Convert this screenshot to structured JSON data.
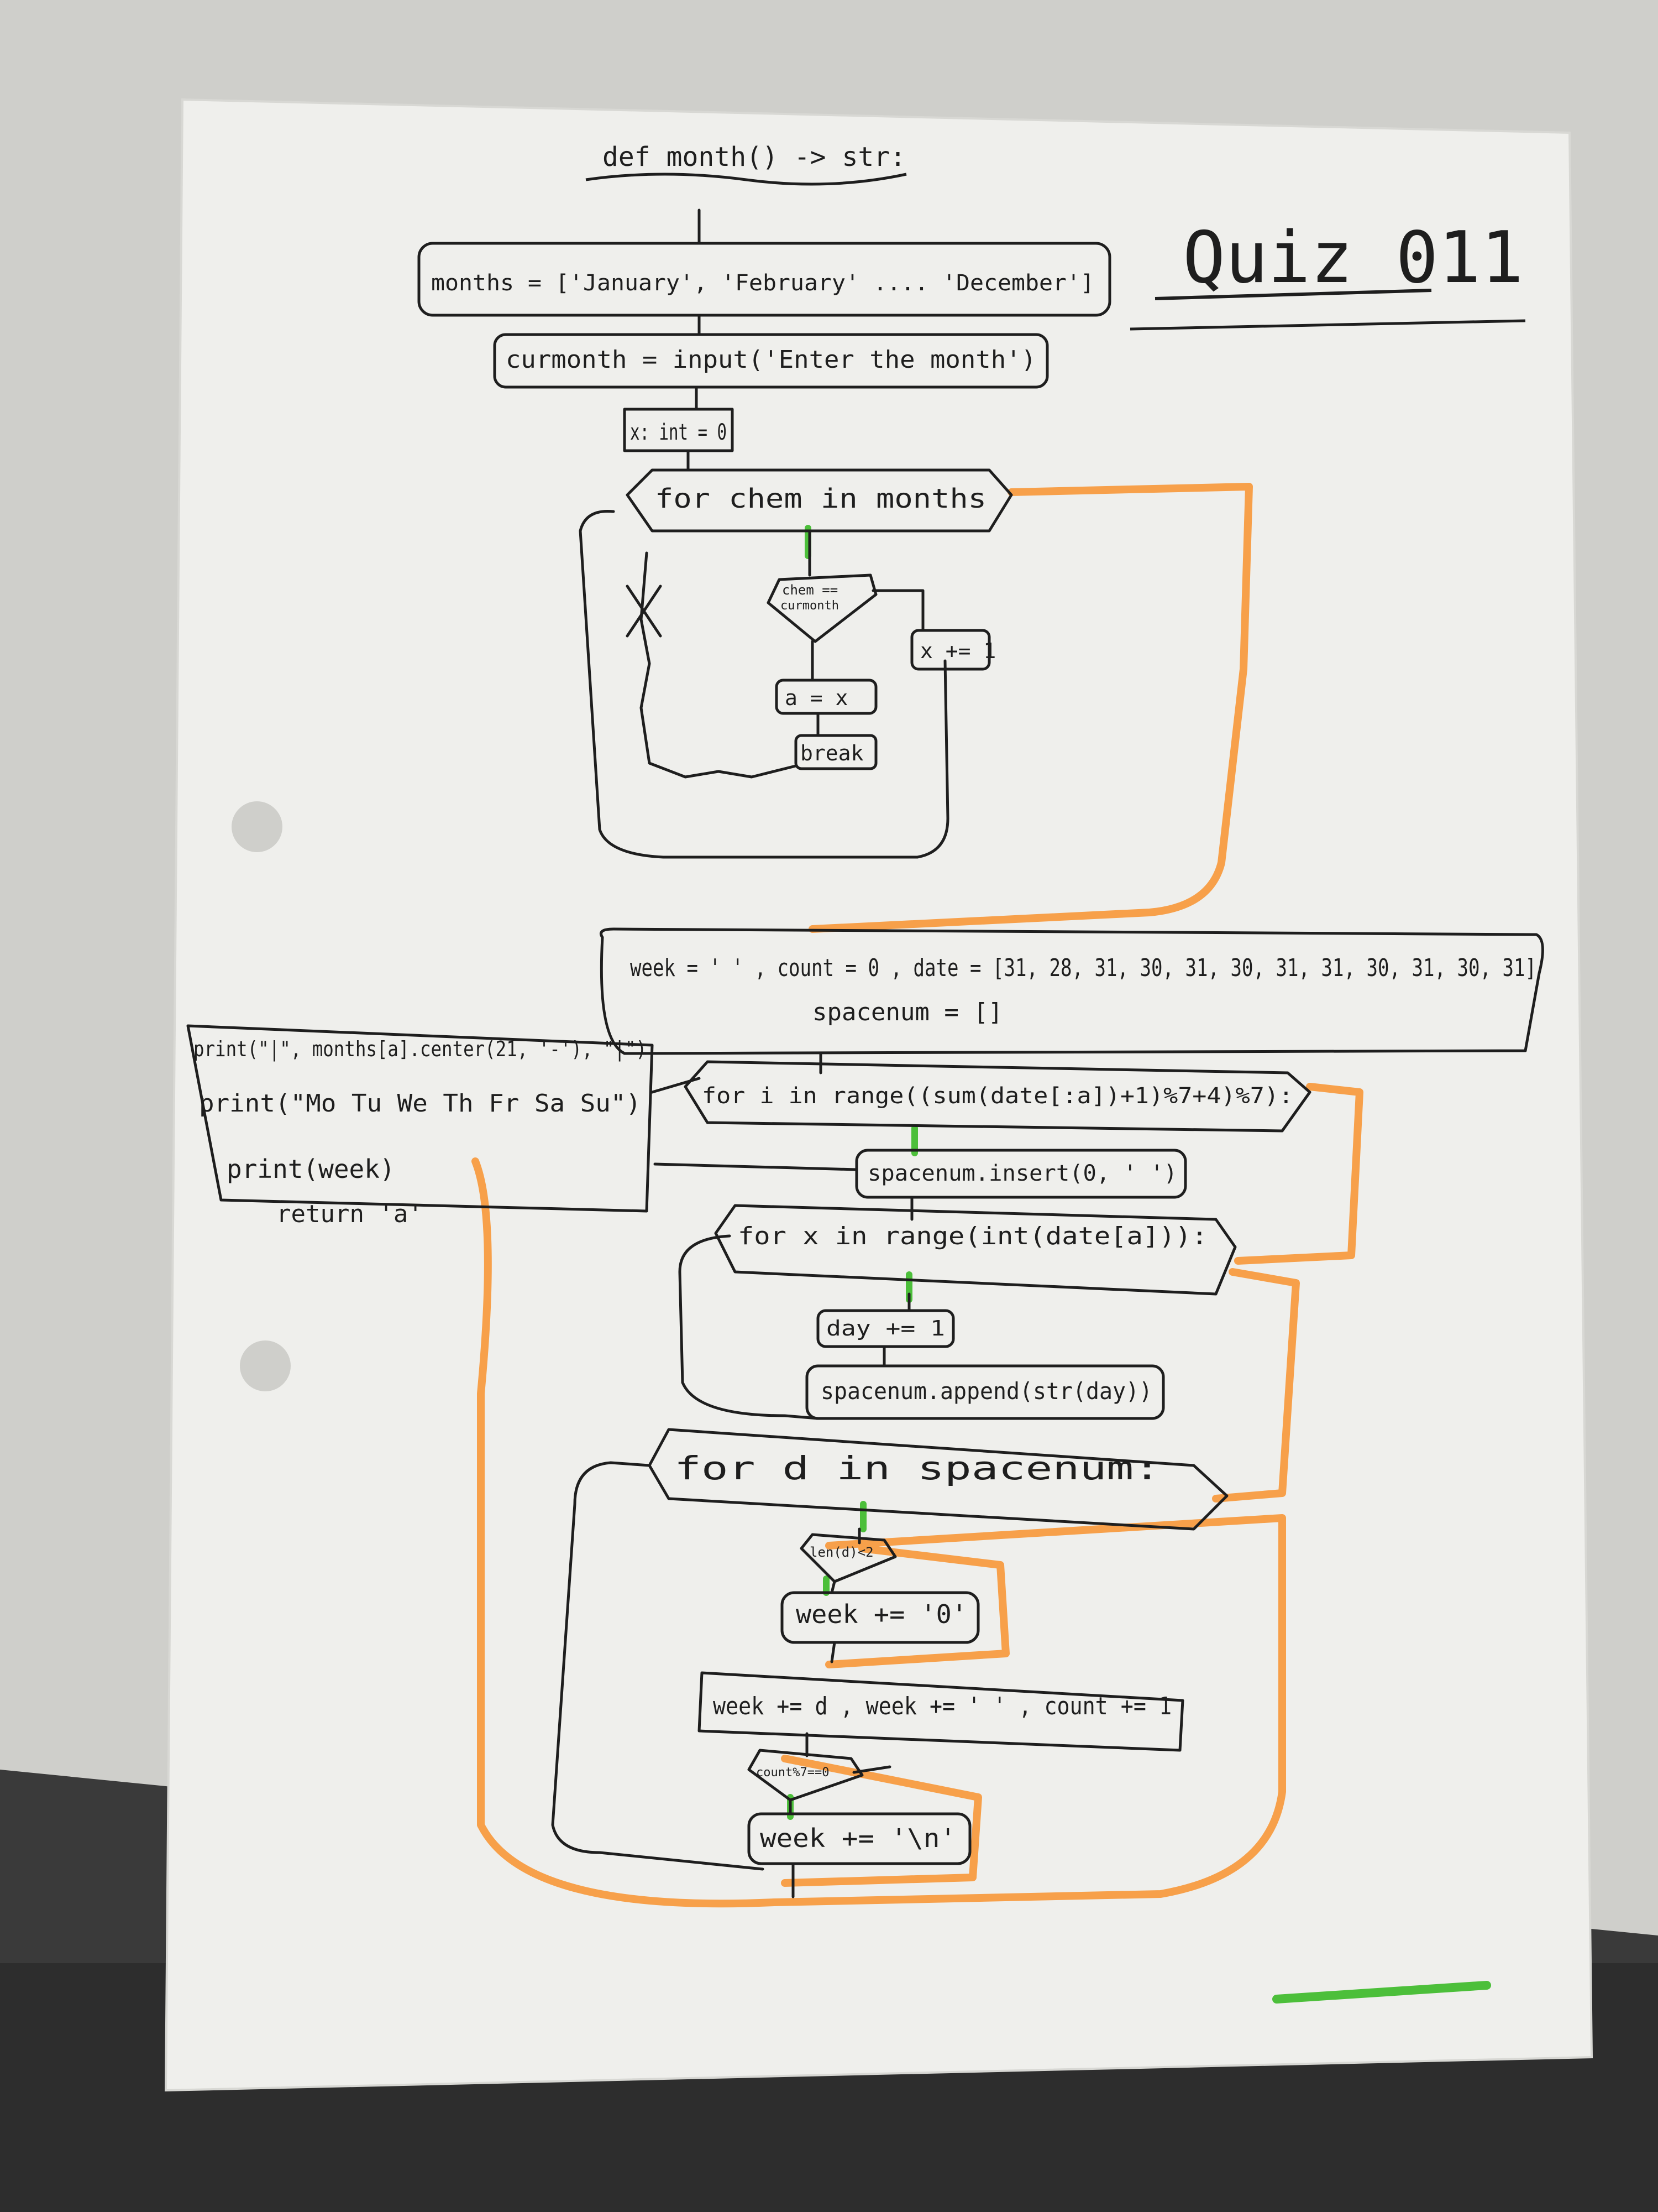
{
  "title": "Quiz 011",
  "header": "def month() -> str:",
  "nodes": {
    "months_list": "months = ['January', 'February' .... 'December']",
    "curmonth_input": "curmonth = input('Enter the month')",
    "x_init": "x: int = 0",
    "for_months": "for chem in months",
    "cond_equal_line1": "chem ==",
    "cond_equal_line2": "curmonth",
    "x_increment": "x += 1",
    "a_assign": "a = x",
    "break_stmt": "break",
    "init_line1": "week = ' ' , count = 0 , date = [31, 28, 31, 30, 31, 30, 31, 31, 30, 31, 30, 31]",
    "init_line2": "spacenum = []",
    "print_line1": "print(\"|\", months[a].center(21, '-'), \"|\")",
    "print_line2": "print(\"Mo Tu We Th Fr Sa Su\")",
    "print_line3": "print(week)",
    "return_stmt": "return 'a'",
    "for_range": "for i in range((sum(date[:a])+1)%7+4)%7):",
    "spacenum_insert": "spacenum.insert(0, ' ')",
    "for_days": "for x in range(int(date[a])):",
    "day_increment": "day += 1",
    "spacenum_append": "spacenum.append(str(day))",
    "for_spacenum": "for d in spacenum:",
    "cond_len": "len(d)<2",
    "week_zero": "week += '0'",
    "week_add": "week += d , week += ' ' , count += 1",
    "cond_count": "count%7==0",
    "week_newline": "week += '\\n'"
  },
  "colors": {
    "paper": "#efefec",
    "ink": "#1e1e1e",
    "orange_highlight": "#f7a04a",
    "green_highlight": "#4cbf3a"
  }
}
